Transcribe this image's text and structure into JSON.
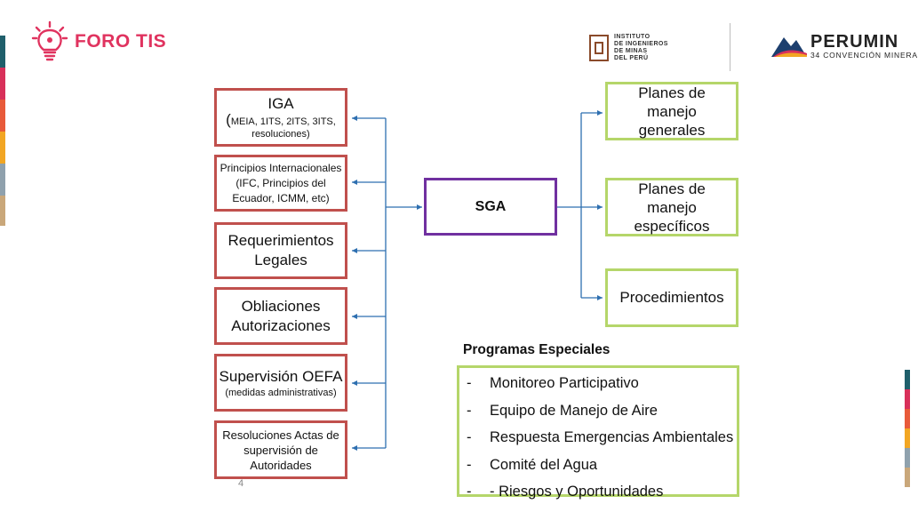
{
  "brand": {
    "foro": "FORO TIS",
    "iimp_lines": [
      "INSTITUTO",
      "DE INGENIEROS",
      "DE MINAS",
      "DEL PERÚ"
    ],
    "perumin_name": "PERUMIN",
    "perumin_sub": "34 CONVENCIÓN MINERA"
  },
  "colors": {
    "accent": "#e0335f",
    "input_border": "#c0504d",
    "output_border": "#b5d66a",
    "center_border": "#7030a0",
    "connector": "#2e6fb0"
  },
  "stripes": [
    "#1f5f6b",
    "#d8305a",
    "#e85a3a",
    "#f2a623",
    "#8fa1ad",
    "#c9a77a"
  ],
  "inputs": {
    "iga_title": "IGA",
    "iga_paren": "(",
    "iga_detail": "MEIA, 1ITS, 2ITS, 3ITS, resoluciones)",
    "principios": "Principios Internacionales (IFC, Principios del Ecuador, ICMM, etc)",
    "requerimientos": "Requerimientos Legales",
    "obligaciones": "Obliaciones Autorizaciones",
    "supervision_title": "Supervisión OEFA",
    "supervision_detail": "(medidas administrativas)",
    "resoluciones": "Resoluciones Actas de supervisión de Autoridades"
  },
  "center": "SGA",
  "outputs": {
    "planes_generales": "Planes de manejo generales",
    "planes_especificos": "Planes de manejo específicos",
    "procedimientos": "Procedimientos"
  },
  "programas": {
    "title": "Programas Especiales",
    "items": [
      "Monitoreo Participativo",
      "Equipo de Manejo de Aire",
      "Respuesta Emergencias Ambientales",
      "Comité del Agua",
      "- Riesgos y Oportunidades"
    ]
  },
  "page_number": "4"
}
